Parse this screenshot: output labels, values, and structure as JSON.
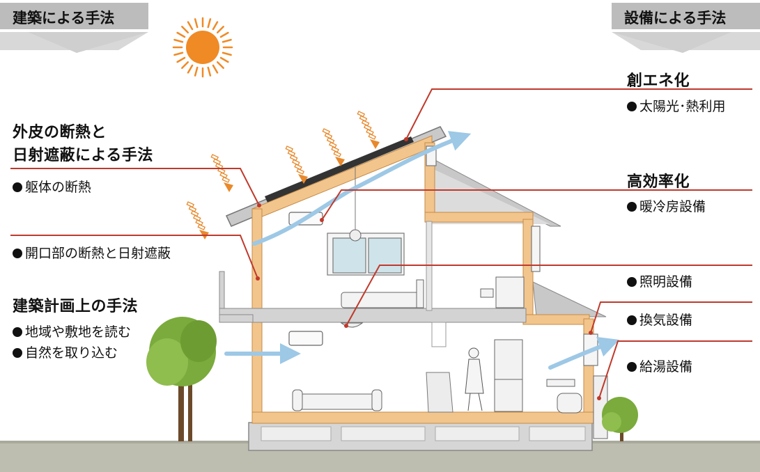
{
  "left_header": "建築による手法",
  "right_header": "設備による手法",
  "left": {
    "envelope_title_1": "外皮の断熱と",
    "envelope_title_2": "日射遮蔽による手法",
    "envelope_item_1": "躯体の断熱",
    "envelope_item_2": "開口部の断熱と日射遮蔽",
    "planning_title": "建築計画上の手法",
    "planning_item_1": "地域や敷地を読む",
    "planning_item_2": "自然を取り込む"
  },
  "right": {
    "generation_title": "創エネ化",
    "generation_item": "太陽光･熱利用",
    "efficiency_title": "高効率化",
    "hvac_item": "暖冷房設備",
    "lighting_item": "照明設備",
    "ventilation_item": "換気設備",
    "water_heating_item": "給湯設備"
  },
  "colors": {
    "leader_line": "#c0392b",
    "sun": "#f08a24",
    "heat_arrow": "#e8892c",
    "wall_insulation": "#f2c58d",
    "air_flow": "#9dc8e6",
    "tree": "#7aab3c",
    "ground": "#bdbdb0",
    "header_tab": "#bcbcbc"
  },
  "icons": [
    "sun-icon",
    "heat-ray-icon",
    "air-flow-arrow-icon",
    "tree-icon",
    "bush-icon"
  ]
}
